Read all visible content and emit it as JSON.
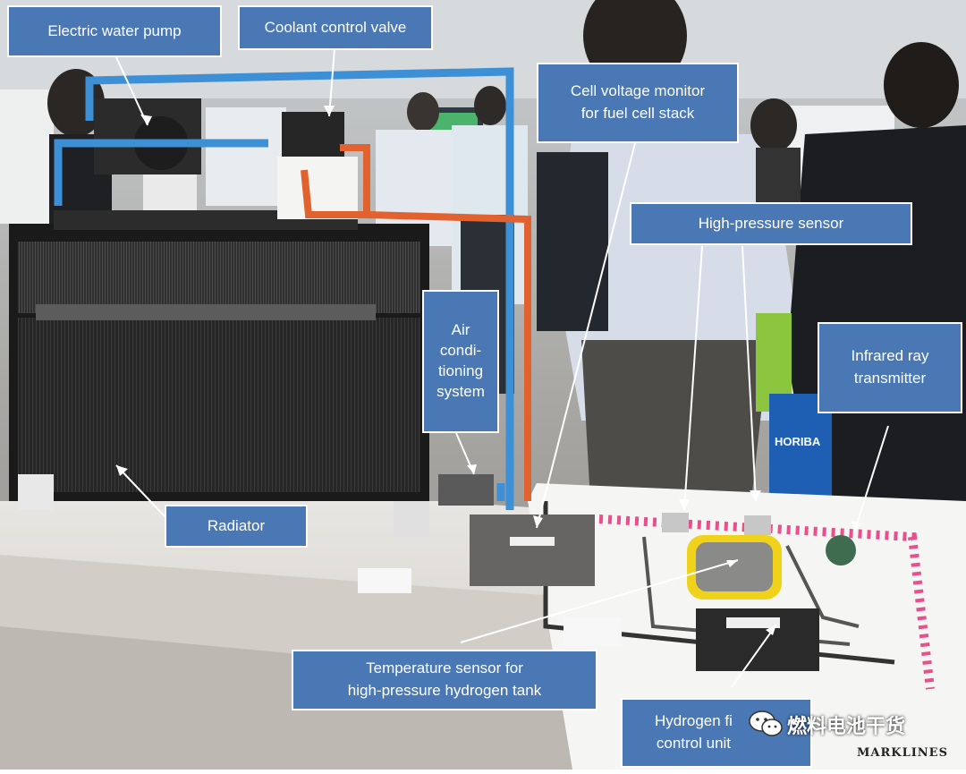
{
  "labels": {
    "electric_water_pump": "Electric water pump",
    "coolant_control_valve": "Coolant control valve",
    "cell_voltage_monitor": "Cell voltage monitor\nfor fuel cell stack",
    "high_pressure_sensor": "High-pressure sensor",
    "air_conditioning": "Air\ncondi-\ntioning\nsystem",
    "infrared_transmitter": "Infrared ray\ntransmitter",
    "radiator": "Radiator",
    "temperature_sensor": "Temperature sensor for\nhigh-pressure hydrogen tank",
    "hydrogen_control_unit": "Hydrogen fi\ncontrol unit"
  },
  "watermark": {
    "text": "燃料电池干货",
    "icon": "wechat-icon"
  },
  "brand": "MARKLINES",
  "booth_sign": "HORIBA",
  "colors": {
    "label_bg": "#4a78b4",
    "label_border": "#ffffff",
    "coolant_blue": "#3d8fd6",
    "coolant_orange": "#e2622f",
    "hydrogen_pink": "#e84f8c"
  }
}
